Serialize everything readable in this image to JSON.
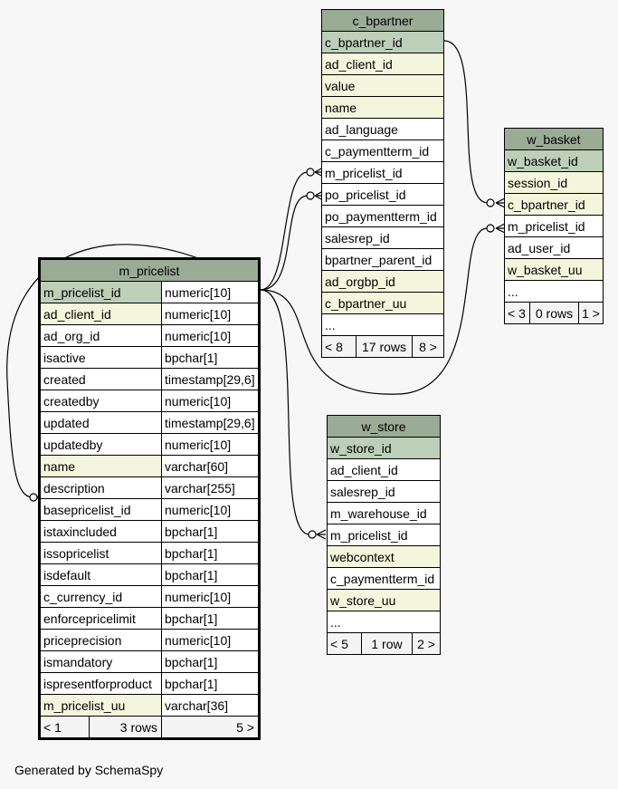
{
  "tables": {
    "c_bpartner": {
      "name": "c_bpartner",
      "columns": [
        {
          "name": "c_bpartner_id",
          "kind": "pk"
        },
        {
          "name": "ad_client_id",
          "kind": "idx"
        },
        {
          "name": "value",
          "kind": "idx"
        },
        {
          "name": "name",
          "kind": "idx"
        },
        {
          "name": "ad_language",
          "kind": "plain"
        },
        {
          "name": "c_paymentterm_id",
          "kind": "plain"
        },
        {
          "name": "m_pricelist_id",
          "kind": "plain"
        },
        {
          "name": "po_pricelist_id",
          "kind": "plain"
        },
        {
          "name": "po_paymentterm_id",
          "kind": "plain"
        },
        {
          "name": "salesrep_id",
          "kind": "plain"
        },
        {
          "name": "bpartner_parent_id",
          "kind": "plain"
        },
        {
          "name": "ad_orgbp_id",
          "kind": "idx"
        },
        {
          "name": "c_bpartner_uu",
          "kind": "idx"
        },
        {
          "name": "...",
          "kind": "plain"
        }
      ],
      "footer": {
        "parents": "< 8",
        "rows": "17 rows",
        "children": "8 >"
      }
    },
    "w_basket": {
      "name": "w_basket",
      "columns": [
        {
          "name": "w_basket_id",
          "kind": "pk"
        },
        {
          "name": "session_id",
          "kind": "idx"
        },
        {
          "name": "c_bpartner_id",
          "kind": "idx"
        },
        {
          "name": "m_pricelist_id",
          "kind": "plain"
        },
        {
          "name": "ad_user_id",
          "kind": "plain"
        },
        {
          "name": "w_basket_uu",
          "kind": "idx"
        },
        {
          "name": "...",
          "kind": "plain"
        }
      ],
      "footer": {
        "parents": "< 3",
        "rows": "0 rows",
        "children": "1 >"
      }
    },
    "m_pricelist": {
      "name": "m_pricelist",
      "columns": [
        {
          "name": "m_pricelist_id",
          "type": "numeric[10]",
          "kind": "pk"
        },
        {
          "name": "ad_client_id",
          "type": "numeric[10]",
          "kind": "idx"
        },
        {
          "name": "ad_org_id",
          "type": "numeric[10]",
          "kind": "plain"
        },
        {
          "name": "isactive",
          "type": "bpchar[1]",
          "kind": "plain"
        },
        {
          "name": "created",
          "type": "timestamp[29,6]",
          "kind": "plain"
        },
        {
          "name": "createdby",
          "type": "numeric[10]",
          "kind": "plain"
        },
        {
          "name": "updated",
          "type": "timestamp[29,6]",
          "kind": "plain"
        },
        {
          "name": "updatedby",
          "type": "numeric[10]",
          "kind": "plain"
        },
        {
          "name": "name",
          "type": "varchar[60]",
          "kind": "idx"
        },
        {
          "name": "description",
          "type": "varchar[255]",
          "kind": "plain"
        },
        {
          "name": "basepricelist_id",
          "type": "numeric[10]",
          "kind": "plain"
        },
        {
          "name": "istaxincluded",
          "type": "bpchar[1]",
          "kind": "plain"
        },
        {
          "name": "issopricelist",
          "type": "bpchar[1]",
          "kind": "plain"
        },
        {
          "name": "isdefault",
          "type": "bpchar[1]",
          "kind": "plain"
        },
        {
          "name": "c_currency_id",
          "type": "numeric[10]",
          "kind": "plain"
        },
        {
          "name": "enforcepricelimit",
          "type": "bpchar[1]",
          "kind": "plain"
        },
        {
          "name": "priceprecision",
          "type": "numeric[10]",
          "kind": "plain"
        },
        {
          "name": "ismandatory",
          "type": "bpchar[1]",
          "kind": "plain"
        },
        {
          "name": "ispresentforproduct",
          "type": "bpchar[1]",
          "kind": "plain"
        },
        {
          "name": "m_pricelist_uu",
          "type": "varchar[36]",
          "kind": "idx"
        }
      ],
      "footer": {
        "parents": "< 1",
        "rows": "3 rows",
        "children": "5 >"
      }
    },
    "w_store": {
      "name": "w_store",
      "columns": [
        {
          "name": "w_store_id",
          "kind": "pk"
        },
        {
          "name": "ad_client_id",
          "kind": "plain"
        },
        {
          "name": "salesrep_id",
          "kind": "plain"
        },
        {
          "name": "m_warehouse_id",
          "kind": "plain"
        },
        {
          "name": "m_pricelist_id",
          "kind": "plain"
        },
        {
          "name": "webcontext",
          "kind": "idx"
        },
        {
          "name": "c_paymentterm_id",
          "kind": "plain"
        },
        {
          "name": "w_store_uu",
          "kind": "idx"
        },
        {
          "name": "...",
          "kind": "plain"
        }
      ],
      "footer": {
        "parents": "< 5",
        "rows": "1 row",
        "children": "2 >"
      }
    }
  },
  "footer_text": "Generated by SchemaSpy",
  "colors": {
    "header": "#9aab96",
    "primary_key": "#bdcfb9",
    "indexed": "#f3f6dc",
    "plain": "#ffffff",
    "background": "#f7f7f7"
  }
}
